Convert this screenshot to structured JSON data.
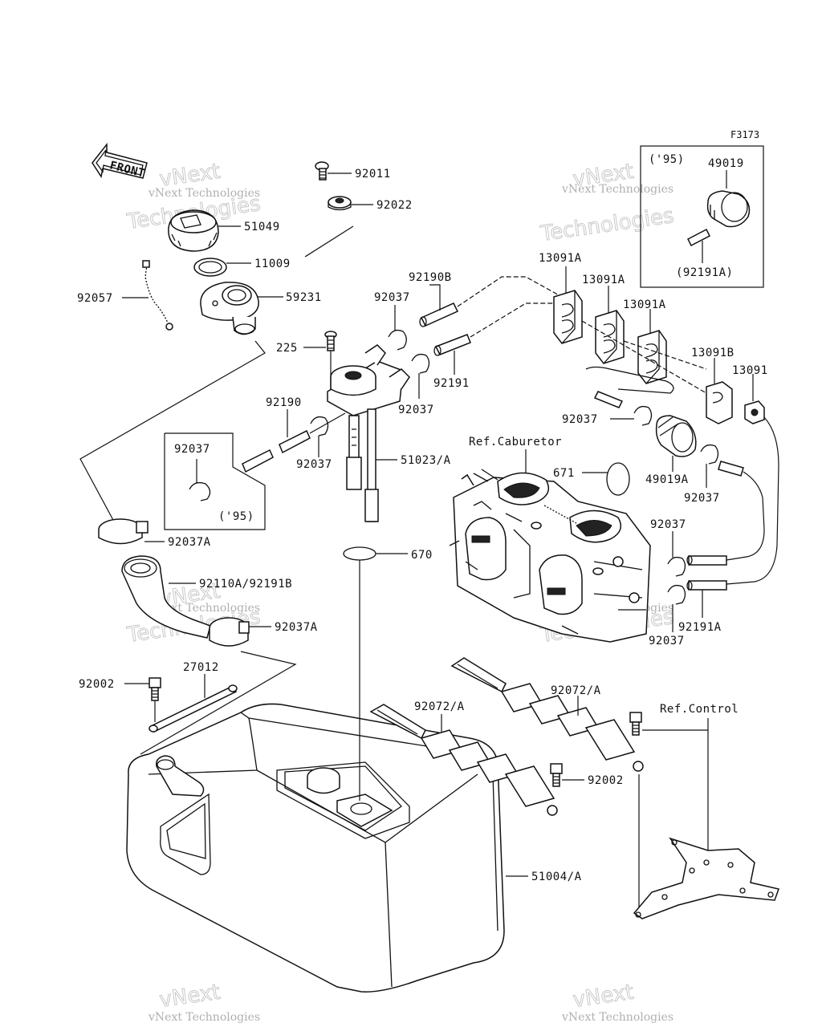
{
  "figure_id": "F3173",
  "front_label": "FRONT",
  "watermark": {
    "line1": "vNext",
    "line2": "Technologies",
    "small": "vNext Technologies"
  },
  "parts": {
    "p92011": "92011",
    "p92022": "92022",
    "p51049": "51049",
    "p11009": "11009",
    "p92057": "92057",
    "p59231": "59231",
    "p92190B": "92190B",
    "p92037_a": "92037",
    "p225": "225",
    "p92191": "92191",
    "p92037_b": "92037",
    "p92190": "92190",
    "p92037_c": "92037",
    "p51023A": "51023/A",
    "p92037_box": "92037",
    "p95_left": "('95)",
    "p92037A_a": "92037A",
    "p670": "670",
    "p92110A": "92110A/92191B",
    "p92037A_b": "92037A",
    "p27012": "27012",
    "p92002_a": "92002",
    "p13091A_1": "13091A",
    "p13091A_2": "13091A",
    "p13091A_3": "13091A",
    "p13091B": "13091B",
    "p13091": "13091",
    "p95_right": "('95)",
    "p49019": "49019",
    "p92191A_box": "(92191A)",
    "p92037_d": "92037",
    "p49019A": "49019A",
    "p92037_e": "92037",
    "p671": "671",
    "ref_carb": "Ref.Caburetor",
    "p92037_f": "92037",
    "p92191A": "92191A",
    "p92037_g": "92037",
    "p92072A_1": "92072/A",
    "p92072A_2": "92072/A",
    "ref_control": "Ref.Control",
    "p92002_b": "92002",
    "p51004A": "51004/A"
  }
}
